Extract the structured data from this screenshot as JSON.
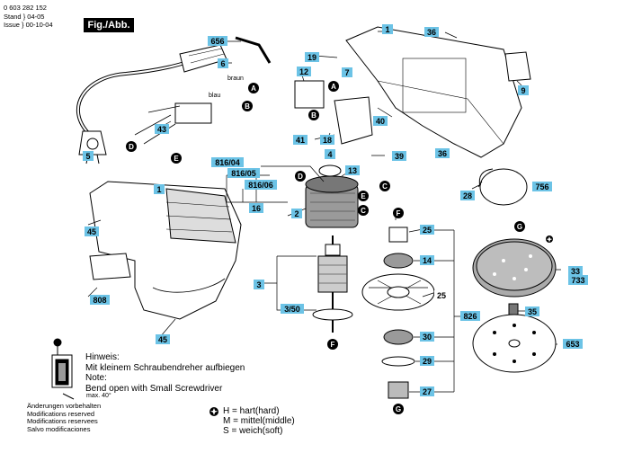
{
  "header": {
    "doc_number": "0 603 282 152",
    "stand_label": "Stand",
    "stand_value": "04-05",
    "issue_label": "Issue",
    "issue_value": "00-10-04",
    "figure_title": "Fig./Abb. 1"
  },
  "wire_labels": {
    "brown": "braun",
    "blue": "blau"
  },
  "part_numbers": [
    "1",
    "2",
    "3",
    "3/50",
    "4",
    "5",
    "6",
    "7",
    "9",
    "12",
    "13",
    "14",
    "16",
    "18",
    "19",
    "25",
    "27",
    "28",
    "29",
    "30",
    "33",
    "35",
    "36",
    "39",
    "40",
    "41",
    "43",
    "45",
    "653",
    "656",
    "733",
    "756",
    "808",
    "816/04",
    "816/05",
    "816/06",
    "826"
  ],
  "callouts": [
    "A",
    "B",
    "C",
    "D",
    "E",
    "F",
    "G"
  ],
  "note": {
    "line1": "Hinweis:",
    "line2": "Mit kleinem Schraubendreher aufbiegen",
    "line3": "Note:",
    "line4": "Bend open with Small Screwdriver",
    "angle": "max. 40°"
  },
  "modifications": [
    "Änderungen vorbehalten",
    "Modifications reserved",
    "Modifications reservees",
    "Salvo modificaciones"
  ],
  "legend": [
    {
      "letter": "H",
      "text": "= hart(hard)"
    },
    {
      "letter": "M",
      "text": "= mittel(middle)"
    },
    {
      "letter": "S",
      "text": "= weich(soft)"
    }
  ],
  "colors": {
    "label_fill": "#6cc3e6",
    "ink": "#000000",
    "shade": "#9a9a9a"
  }
}
